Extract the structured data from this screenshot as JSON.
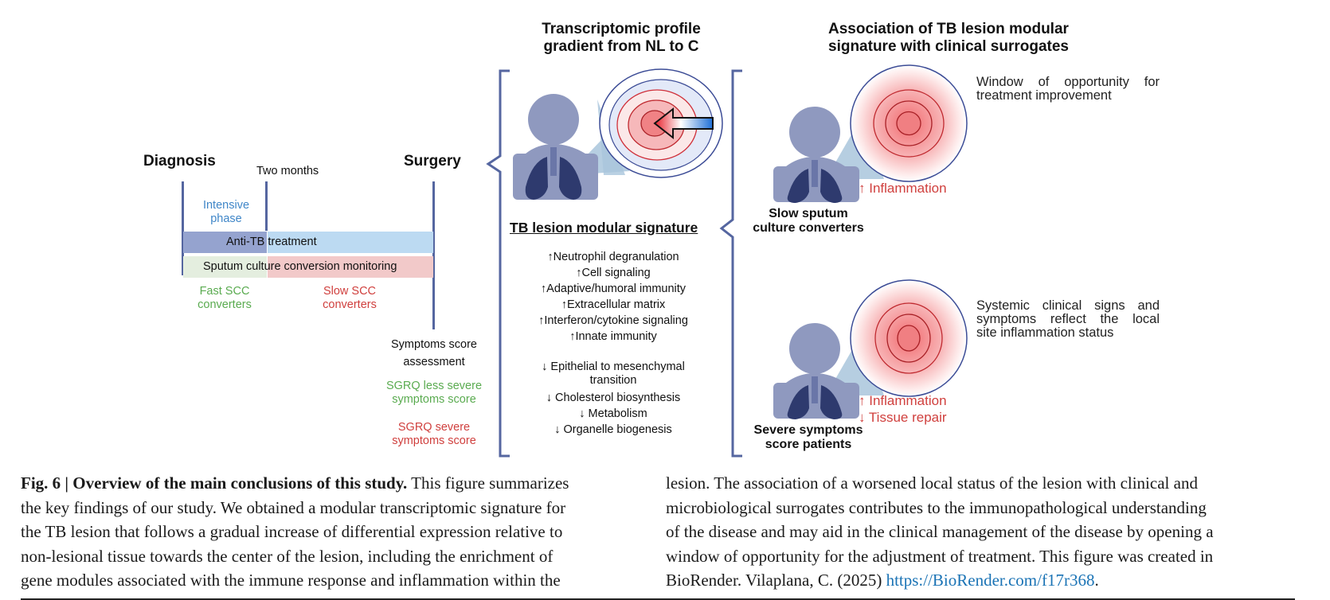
{
  "timeline": {
    "diagnosis": "Diagnosis",
    "two_months": "Two months",
    "surgery": "Surgery",
    "intensive_phase": [
      "Intensive",
      "phase"
    ],
    "anti_tb_treatment": "Anti-TB treatment",
    "sputum_monitoring": "Sputum culture conversion monitoring",
    "fast_scc": [
      "Fast SCC",
      "converters"
    ],
    "slow_scc": [
      "Slow SCC",
      "converters"
    ],
    "symptoms_assessment": [
      "Symptoms score",
      "assessment"
    ],
    "sgrq_less": [
      "SGRQ less severe",
      "symptoms score"
    ],
    "sgrq_severe": [
      "SGRQ severe",
      "symptoms score"
    ]
  },
  "middle": {
    "title": [
      "Transcriptomic profile",
      "gradient from NL to C"
    ],
    "signature_title": "TB lesion modular signature",
    "up_items": [
      "↑Neutrophil degranulation",
      "↑Cell signaling",
      "↑Adaptive/humoral immunity",
      "↑Extracellular matrix",
      "↑Interferon/cytokine signaling",
      "↑Innate immunity"
    ],
    "down_items": [
      "↓ Epithelial to mesenchymal",
      "transition",
      "↓ Cholesterol biosynthesis",
      "↓ Metabolism",
      "↓ Organelle biogenesis"
    ]
  },
  "right": {
    "title": [
      "Association of TB lesion modular",
      "signature with clinical surrogates"
    ],
    "top": {
      "marker": "↑ Inflammation",
      "label": [
        "Slow sputum",
        "culture converters"
      ],
      "note": [
        "Window of opportunity for",
        "treatment improvement"
      ]
    },
    "bottom": {
      "marker_up": "↑ Inflammation",
      "marker_down": "↓ Tissue repair",
      "label": [
        "Severe symptoms",
        "score patients"
      ],
      "note": [
        "Systemic clinical signs and",
        "symptoms reflect the local",
        "site inflammation status"
      ]
    }
  },
  "caption": {
    "fig_label": "Fig. 6 | Overview of the main conclusions of this study.",
    "left_lines": [
      " This figure summarizes",
      "the key findings of our study. We obtained a modular transcriptomic signature for",
      "the TB lesion that follows a gradual increase of differential expression relative to",
      "non-lesional tissue towards the center of the lesion, including the enrichment of",
      "gene modules associated with the immune response and inflammation within the"
    ],
    "right_lines": [
      "lesion. The association of a worsened local status of the lesion with clinical and",
      "microbiological surrogates contributes to the immunopathological understanding",
      "of the disease and may aid in the clinical management of the disease by opening a",
      "window of opportunity for the adjustment of treatment. This figure was created in"
    ],
    "last_line_prefix": "BioRender. Vilaplana, C. (2025) ",
    "link_text": "https://BioRender.com/f17r368",
    "last_line_suffix": "."
  },
  "colors": {
    "bracket": "#5566a0",
    "person": "#8f99bf",
    "lungs": "#2e3a6e",
    "treatment_dark": "#95a3cf",
    "treatment_light": "#bcdaf2",
    "sputum_green": "#e4eedf",
    "sputum_red": "#f2c9c9",
    "inflammation_red": "#d0403e",
    "link_blue": "#1a73b5"
  }
}
